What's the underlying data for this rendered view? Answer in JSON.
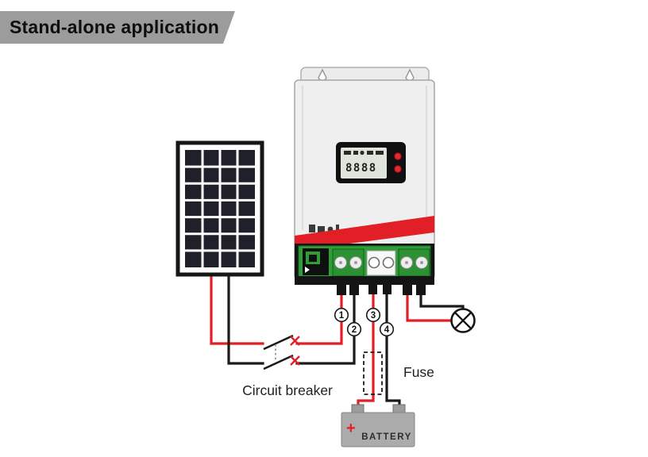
{
  "title": "Stand-alone application",
  "colors": {
    "accent_red": "#e21f26",
    "wire_black": "#1a1a1a",
    "pcb_green": "#2f9e38",
    "banner_gray": "#9c9c9c",
    "battery_gray": "#ababab"
  },
  "controller": {
    "lcd_digits": "8888"
  },
  "wiring": {
    "terminal_numbers": [
      "1",
      "2",
      "3",
      "4"
    ],
    "labels": {
      "circuit_breaker": "Circuit breaker",
      "fuse": "Fuse"
    }
  },
  "battery": {
    "label": "BATTERY",
    "plus": "+"
  }
}
